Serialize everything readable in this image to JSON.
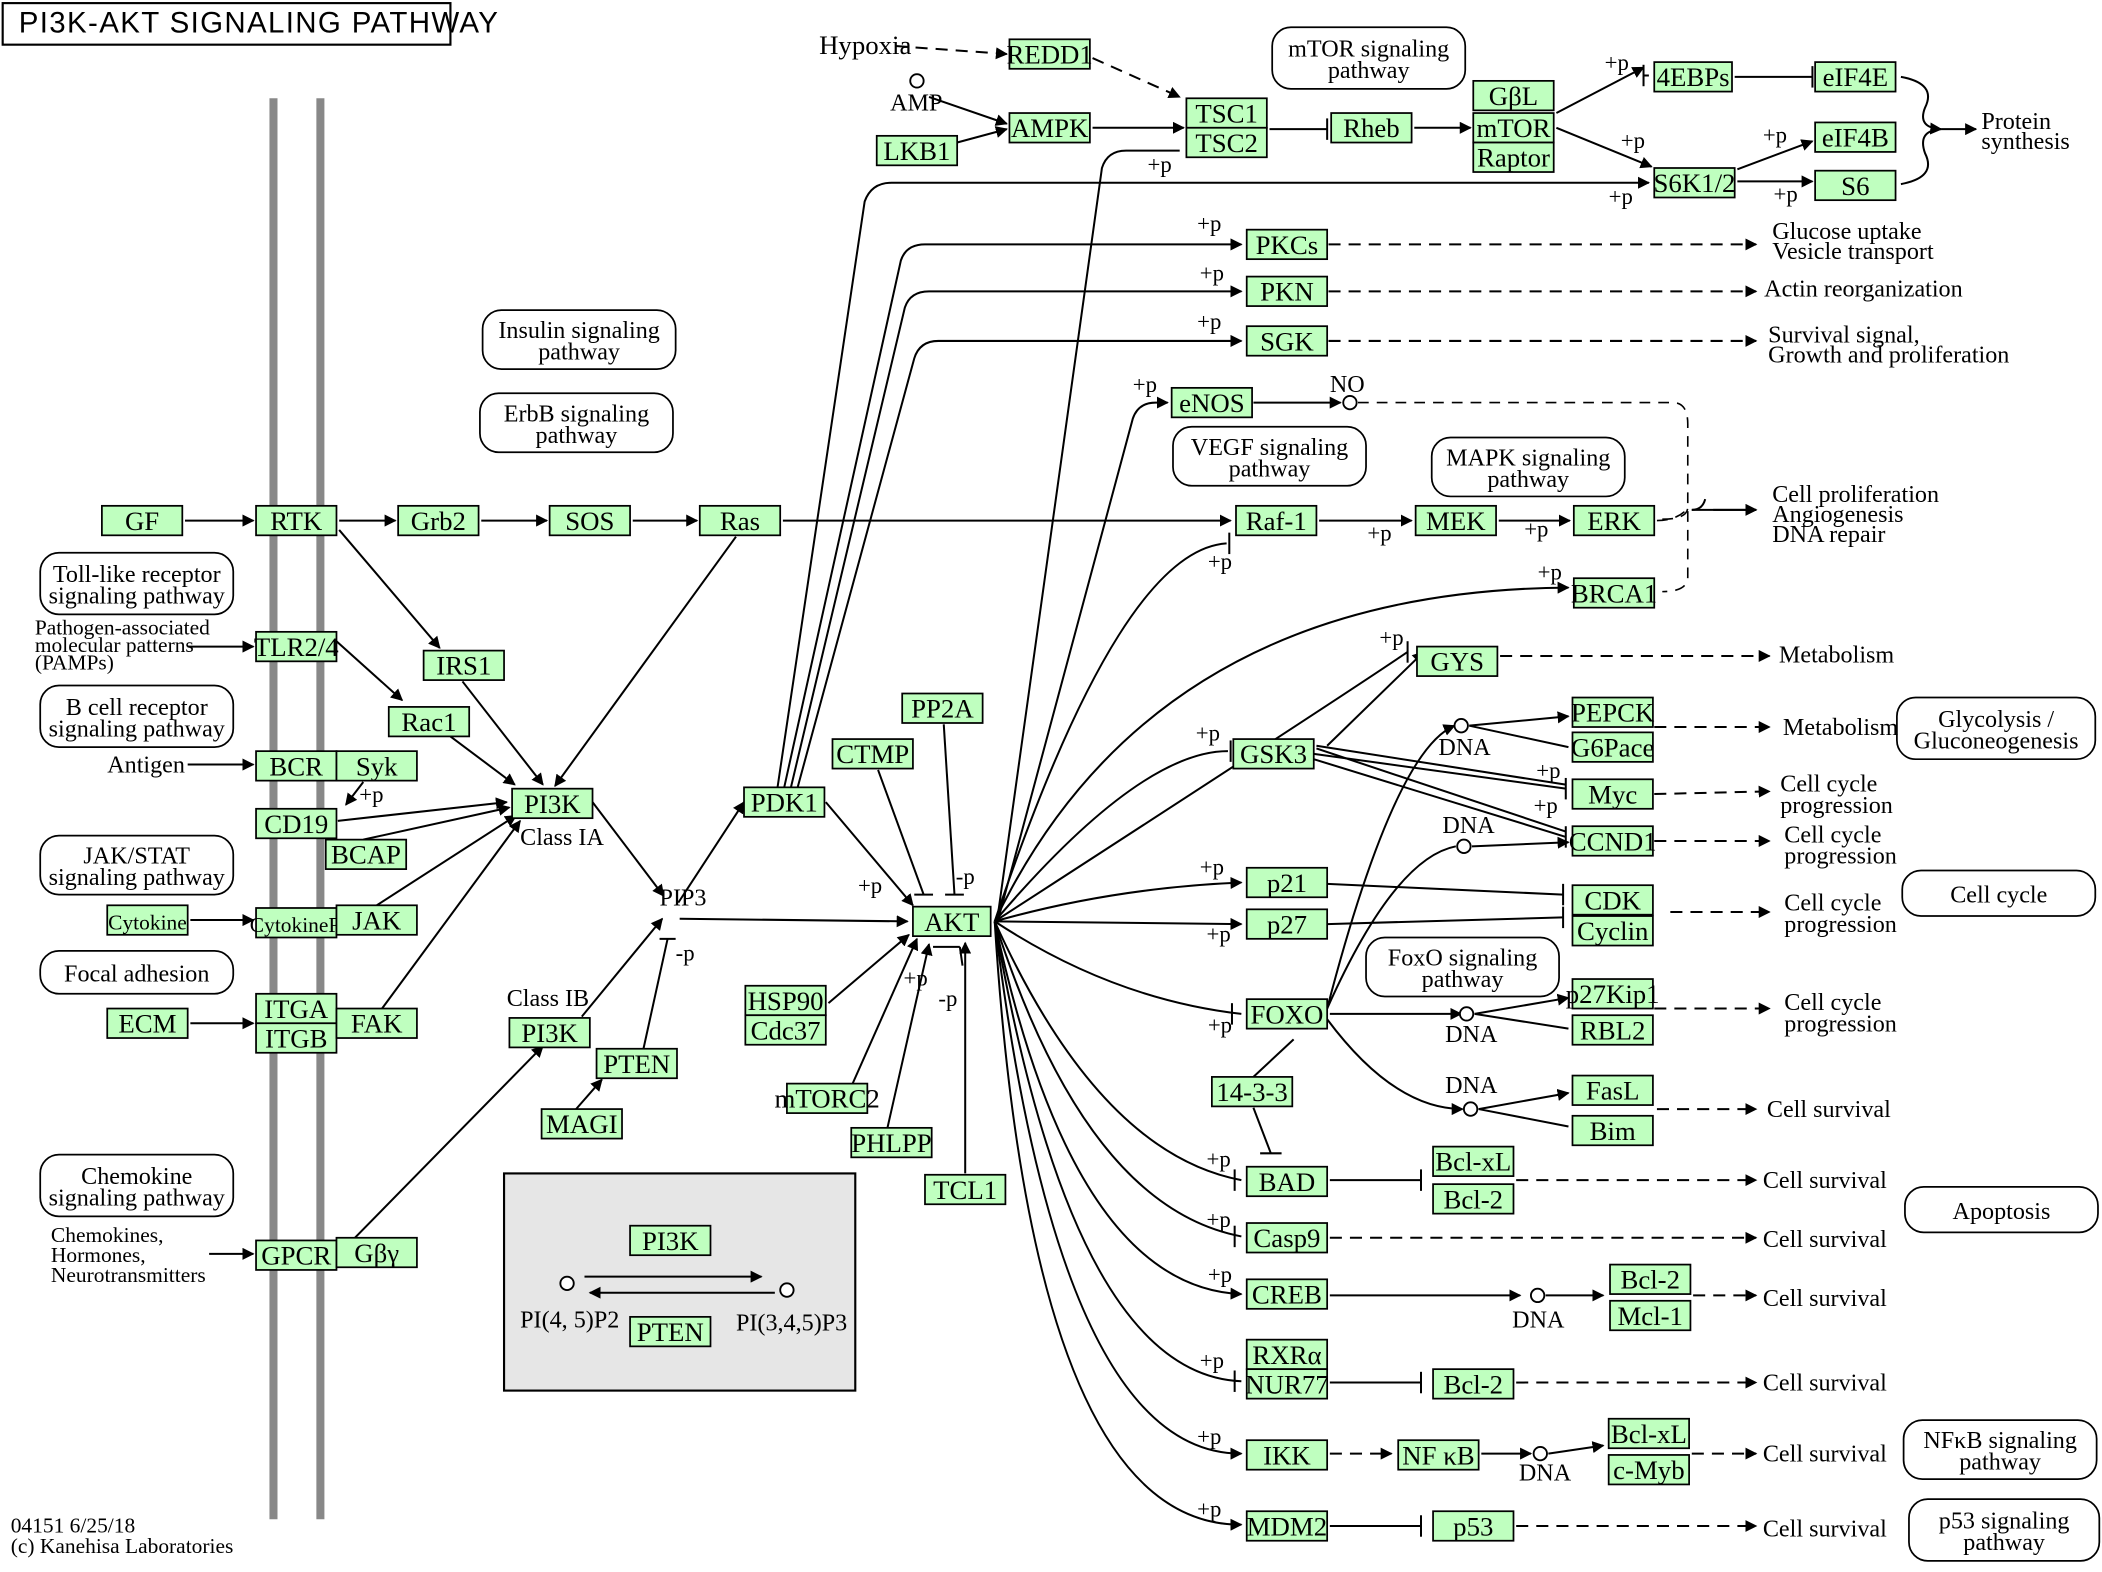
{
  "title": "PI3K-AKT SIGNALING PATHWAY",
  "footer": {
    "line1": "04151 6/25/18",
    "line2": "(c) Kanehisa Laboratories"
  },
  "colors": {
    "gene_fill": "#bfffbf",
    "membrane": "#888888",
    "inset_fill": "#e6e6e6"
  },
  "genes": {
    "REDD1": "REDD1",
    "AMPK": "AMPK",
    "LKB1": "LKB1",
    "TSC1": "TSC1",
    "TSC2": "TSC2",
    "Rheb": "Rheb",
    "GbL": "GβL",
    "mTOR": "mTOR",
    "Raptor": "Raptor",
    "4EBPs": "4EBPs",
    "eIF4E": "eIF4E",
    "eIF4B": "eIF4B",
    "S6K12": "S6K1/2",
    "S6": "S6",
    "PKCs": "PKCs",
    "PKN": "PKN",
    "SGK": "SGK",
    "eNOS": "eNOS",
    "GF": "GF",
    "RTK": "RTK",
    "Grb2": "Grb2",
    "SOS": "SOS",
    "Ras": "Ras",
    "Raf1": "Raf-1",
    "MEK": "MEK",
    "ERK": "ERK",
    "BRCA1": "BRCA1",
    "TLR24": "TLR2/4",
    "IRS1": "IRS1",
    "Rac1": "Rac1",
    "BCR": "BCR",
    "Syk": "Syk",
    "CD19": "CD19",
    "BCAP": "BCAP",
    "PI3K_a": "PI3K",
    "Cytokine": "Cytokine",
    "CytokineR": "CytokineR",
    "JAK": "JAK",
    "ITGA": "ITGA",
    "ITGB": "ITGB",
    "ECM": "ECM",
    "FAK": "FAK",
    "GPCR": "GPCR",
    "Gby": "Gβγ",
    "PI3K_b": "PI3K",
    "PTEN": "PTEN",
    "MAGI": "MAGI",
    "PDK1": "PDK1",
    "CTMP": "CTMP",
    "PP2A": "PP2A",
    "AKT": "AKT",
    "HSP90": "HSP90",
    "Cdc37": "Cdc37",
    "mTORC2": "mTORC2",
    "PHLPP": "PHLPP",
    "TCL1": "TCL1",
    "GYS": "GYS",
    "GSK3": "GSK3",
    "PEPCK": "PEPCK",
    "G6Pace": "G6Pace",
    "Myc": "Myc",
    "CCND1": "CCND1",
    "p21": "p21",
    "p27": "p27",
    "CDK": "CDK",
    "Cyclin": "Cyclin",
    "FOXO": "FOXO",
    "p27Kip1": "p27Kip1",
    "RBL2": "RBL2",
    "1433": "14-3-3",
    "FasL": "FasL",
    "Bim": "Bim",
    "BAD": "BAD",
    "BclxL_1": "Bcl-xL",
    "Bcl2_1": "Bcl-2",
    "Casp9": "Casp9",
    "CREB": "CREB",
    "Bcl2_2": "Bcl-2",
    "Mcl1": "Mcl-1",
    "RXRa": "RXRα",
    "NUR77": "NUR77",
    "Bcl2_3": "Bcl-2",
    "IKK": "IKK",
    "NFkB": "NF κB",
    "BclxL_2": "Bcl-xL",
    "cMyb": "c-Myb",
    "MDM2": "MDM2",
    "p53": "p53",
    "inset_PI3K": "PI3K",
    "inset_PTEN": "PTEN"
  },
  "pathways": {
    "mtor": [
      "mTOR signaling",
      "pathway"
    ],
    "insulin": [
      "Insulin signaling",
      "pathway"
    ],
    "erbb": [
      "ErbB signaling",
      "pathway"
    ],
    "vegf": [
      "VEGF signaling",
      "pathway"
    ],
    "mapk": [
      "MAPK signaling",
      "pathway"
    ],
    "tlr": [
      "Toll-like receptor",
      "signaling pathway"
    ],
    "bcr": [
      "B cell receptor",
      "signaling pathway"
    ],
    "jakstat": [
      "JAK/STAT",
      "signaling pathway"
    ],
    "focal": [
      "Focal adhesion"
    ],
    "chemokine": [
      "Chemokine",
      "signaling pathway"
    ],
    "foxo": [
      "FoxO signaling",
      "pathway"
    ],
    "glyco": [
      "Glycolysis /",
      "Gluconeogenesis"
    ],
    "cellcycle": [
      "Cell cycle"
    ],
    "apoptosis": [
      "Apoptosis"
    ],
    "nfkb": [
      "NFκB signaling",
      "pathway"
    ],
    "p53": [
      "p53 signaling",
      "pathway"
    ]
  },
  "labels": {
    "hypoxia": "Hypoxia",
    "amp": "AMP",
    "protein_syn": [
      "Protein",
      "synthesis"
    ],
    "glucose": [
      "Glucose uptake",
      "Vesicle transport"
    ],
    "actin": "Actin reorganization",
    "survival_growth": [
      "Survival signal,",
      "Growth and proliferation"
    ],
    "no": "NO",
    "prolif": [
      "Cell proliferation",
      "Angiogenesis",
      "DNA repair"
    ],
    "pamps": [
      "Pathogen-associated",
      "molecular patterns",
      "(PAMPs)"
    ],
    "antigen": "Antigen",
    "chemokines": [
      "Chemokines,",
      "Hormones,",
      "Neurotransmitters"
    ],
    "classIA": "Class IA",
    "classIB": "Class IB",
    "pip3": "PIP3",
    "metab1": "Metabolism",
    "metab2": "Metabolism",
    "dna": "DNA",
    "cc1": [
      "Cell cycle",
      "progression"
    ],
    "cc2": [
      "Cell cycle",
      "progression"
    ],
    "cc3": [
      "Cell cycle",
      "progression"
    ],
    "cc4": [
      "Cell cycle",
      "progression"
    ],
    "surv": "Cell survival",
    "pi45": "PI(4, 5)P2",
    "pi345": "PI(3,4,5)P3",
    "plusp": "+p",
    "minusp": "-p"
  }
}
